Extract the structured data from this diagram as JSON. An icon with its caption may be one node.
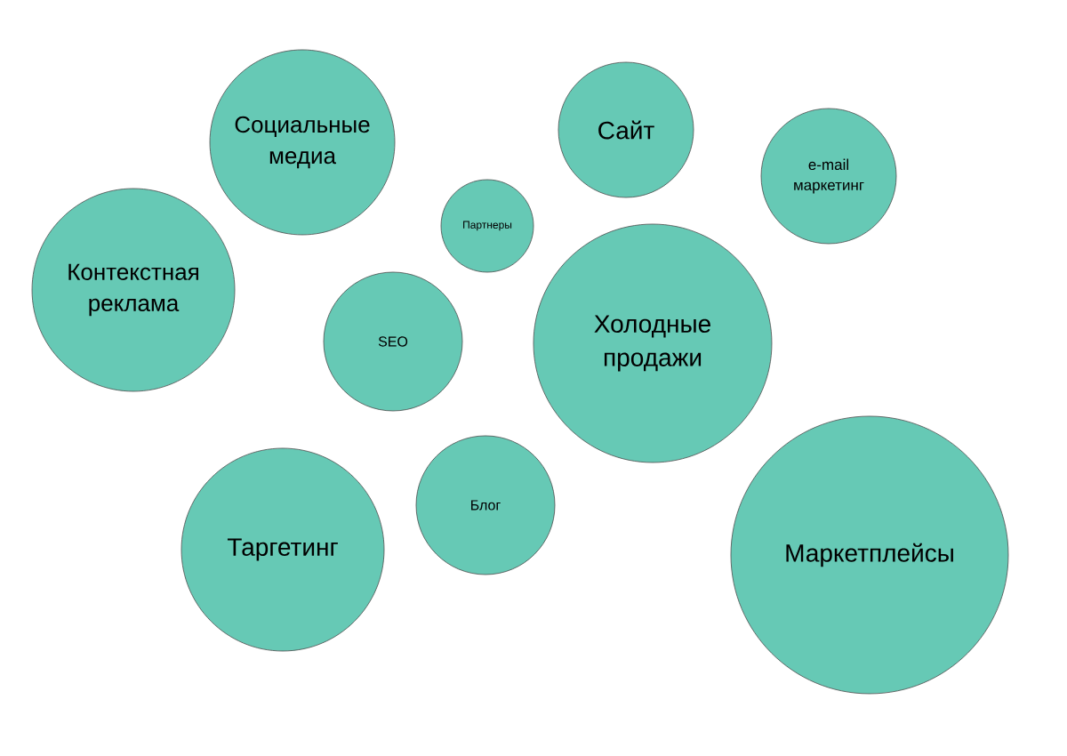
{
  "diagram": {
    "nodes": [
      {
        "text": [
          "Социальные медиа"
        ]
      },
      {
        "text": [
          "Сайт"
        ]
      },
      {
        "text": [
          "e-mail маркетинг"
        ]
      },
      {
        "text": [
          "Партнеры"
        ]
      },
      {
        "text": [
          "Контекстная реклама"
        ]
      },
      {
        "text": [
          "SEO"
        ]
      },
      {
        "text": [
          "Холодные продажи"
        ]
      },
      {
        "text": [
          "Блог"
        ]
      },
      {
        "text": [
          "Таргетинг"
        ]
      },
      {
        "text": [
          "Маркетплейсы"
        ]
      }
    ]
  }
}
